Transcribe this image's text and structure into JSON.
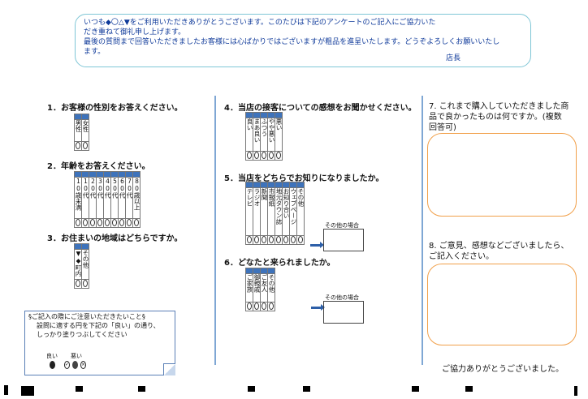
{
  "intro": {
    "line1": "いつも◆〇△▼をご利用いただきありがとうございます。このたびは下記のアンケートのご記入にご協力いた",
    "line2": "だき重ねて御礼申し上げます。",
    "line3": "最後の質問まで回答いただきましたお客様には心ばかりではございますが粗品を進呈いたします。どうぞよろしくお願いいたし",
    "line4": "ます。",
    "manager": "店長"
  },
  "q1": {
    "title": "1．お客様の性別をお答えください。",
    "options": [
      "男性",
      "女性"
    ]
  },
  "q2": {
    "title": "2．年齢をお答えください。",
    "options": [
      "10歳未満",
      "10代",
      "20代",
      "30代",
      "40代",
      "50代",
      "60代",
      "70代",
      "80歳以上"
    ]
  },
  "q3": {
    "title": "3．お住まいの地域はどちらですか。",
    "options": [
      "▼◆町内",
      "その他"
    ]
  },
  "q4": {
    "title": "4．当店の接客についての感想をお聞かせください。",
    "options": [
      "良い",
      "まあ良い",
      "ふつう",
      "やや悪い",
      "悪い"
    ]
  },
  "q5": {
    "title": "5．当店をどちらでお知りになりましたか。",
    "options": [
      "テレビ",
      "ラジオ",
      "新聞",
      "市報紙",
      "地元タウン誌",
      "お知り合い",
      "ウェブページ",
      "その他"
    ],
    "other_label": "その他の場合"
  },
  "q6": {
    "title": "6．どなたと来られましたか。",
    "options": [
      "ご家族",
      "御親戚",
      "ご友人",
      "その他"
    ],
    "other_label": "その他の場合"
  },
  "q7": {
    "title_line1": "7. これまで購入していただきました商",
    "title_line2": "品で良かったものは何ですか。(複数",
    "title_line3": "回答可)"
  },
  "q8": {
    "title_line1": "8. ご意見、感想などございましたら、",
    "title_line2": "ご記入ください。"
  },
  "thanks": "ご協力ありがとうございました。",
  "note": {
    "heading": "§ご記入の際にご注意いただきたいこと§",
    "line1": "設問に適する円を下記の「良い」の通り、",
    "line2": "しっかり塗りつぶしてください",
    "good": "良い",
    "bad": "悪い"
  },
  "colors": {
    "header_blue": "#3e73bb",
    "intro_border": "#7fc6d6",
    "free_box_border": "#f1a04a",
    "divider": "#7fa7d4"
  }
}
